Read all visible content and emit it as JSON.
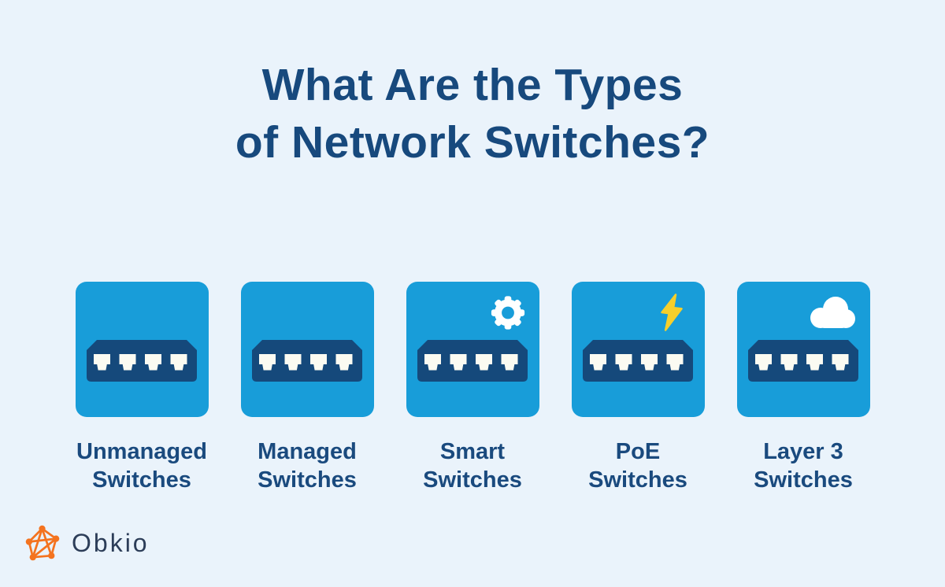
{
  "title": {
    "line1": "What Are the Types",
    "line2": "of Network Switches?"
  },
  "cards": [
    {
      "label_line1": "Unmanaged",
      "label_line2": "Switches",
      "icon": "none"
    },
    {
      "label_line1": "Managed",
      "label_line2": "Switches",
      "icon": "none"
    },
    {
      "label_line1": "Smart",
      "label_line2": "Switches",
      "icon": "gear-icon"
    },
    {
      "label_line1": "PoE",
      "label_line2": "Switches",
      "icon": "lightning-icon"
    },
    {
      "label_line1": "Layer 3",
      "label_line2": "Switches",
      "icon": "cloud-icon"
    }
  ],
  "footer": {
    "brand": "Obkio",
    "icon": "network-graph-icon"
  },
  "colors": {
    "background": "#EAF3FB",
    "card_blue": "#189DD9",
    "switch_navy": "#15497B",
    "heading_navy": "#17497D",
    "port_white": "#FBFBF2",
    "bolt_yellow": "#F6CF2B",
    "brand_orange": "#F4731F",
    "brand_text": "#2C3D58"
  }
}
